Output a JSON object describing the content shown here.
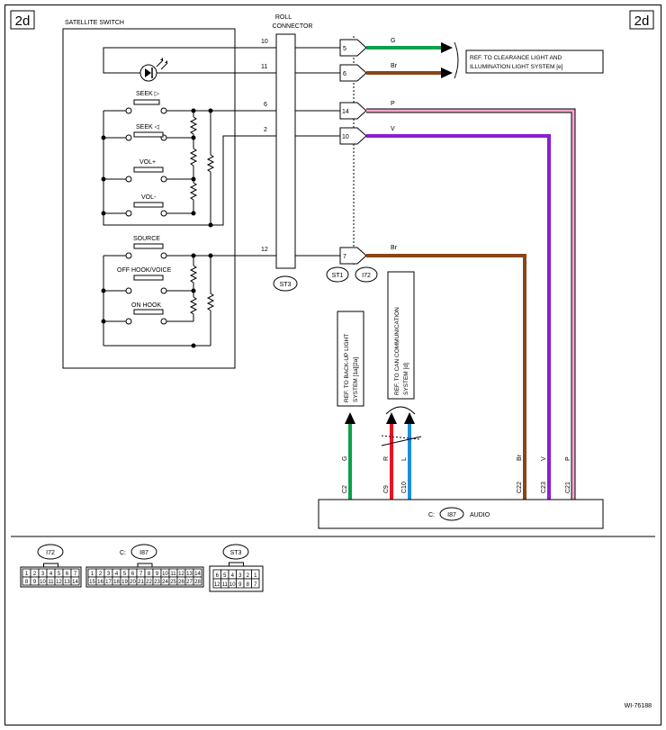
{
  "page": {
    "corner_left": "2d",
    "corner_right": "2d",
    "figure_id": "WI-76188"
  },
  "satellite_switch": {
    "title": "SATELLITE SWITCH",
    "switches": [
      "SEEK ▷",
      "SEEK ◁",
      "VOL+",
      "VOL-",
      "SOURCE",
      "OFF HOOK/VOICE",
      "ON HOOK"
    ]
  },
  "roll_connector": {
    "title_line1": "ROLL",
    "title_line2": "CONNECTOR",
    "connector_id": "ST3"
  },
  "wires": [
    {
      "pin_in": "10",
      "pin_out": "5",
      "color_code": "G",
      "color": "#0aa14a"
    },
    {
      "pin_in": "11",
      "pin_out": "6",
      "color_code": "Br",
      "color": "#8a4516"
    },
    {
      "pin_in": "6",
      "pin_out": "14",
      "color_code": "P",
      "color": "#f4a6cf"
    },
    {
      "pin_in": "2",
      "pin_out": "10",
      "color_code": "V",
      "color": "#8a1fd1"
    },
    {
      "pin_in": "12",
      "pin_out": "7",
      "color_code": "Br",
      "color": "#8a4516"
    }
  ],
  "connector_labels": {
    "st1": "ST1",
    "i72": "I72"
  },
  "references": {
    "clearance_line1": "REF. TO CLEARANCE LIGHT AND",
    "clearance_line2": "ILLUMINATION LIGHT SYSTEM  [e]",
    "backup_line1": "REF. TO BACK-UP LIGHT",
    "backup_line2": "SYSTEM  [1a][2a]",
    "can_line1": "REF. TO CAN COMMUNICATION",
    "can_line2": "SYSTEM  [d]"
  },
  "audio": {
    "prefix": "C:",
    "connector": "I87",
    "label": "AUDIO",
    "pins": [
      {
        "pin": "C2",
        "color_code": "G",
        "color": "#0aa14a"
      },
      {
        "pin": "C9",
        "color_code": "R",
        "color": "#e8141e"
      },
      {
        "pin": "C10",
        "color_code": "L",
        "color": "#1a8fe0"
      },
      {
        "pin": "C22",
        "color_code": "Br",
        "color": "#8a4516"
      },
      {
        "pin": "C23",
        "color_code": "V",
        "color": "#8a1fd1"
      },
      {
        "pin": "C21",
        "color_code": "P",
        "color": "#f4a6cf"
      }
    ]
  },
  "connector_views": {
    "i72": {
      "label": "I72",
      "row1": [
        "1",
        "2",
        "3",
        "4",
        "5",
        "6",
        "7"
      ],
      "row2": [
        "8",
        "9",
        "10",
        "11",
        "12",
        "13",
        "14"
      ]
    },
    "i87": {
      "prefix": "C:",
      "label": "I87",
      "row1": [
        "1",
        "2",
        "3",
        "4",
        "5",
        "6",
        "7",
        "8",
        "9",
        "10",
        "11",
        "12",
        "13",
        "14"
      ],
      "row2": [
        "15",
        "16",
        "17",
        "18",
        "19",
        "20",
        "21",
        "22",
        "23",
        "24",
        "25",
        "26",
        "27",
        "28"
      ]
    },
    "st3": {
      "label": "ST3",
      "row1": [
        "6",
        "5",
        "4",
        "3",
        "2",
        "1"
      ],
      "row2": [
        "12",
        "11",
        "10",
        "9",
        "8",
        "7"
      ]
    }
  }
}
